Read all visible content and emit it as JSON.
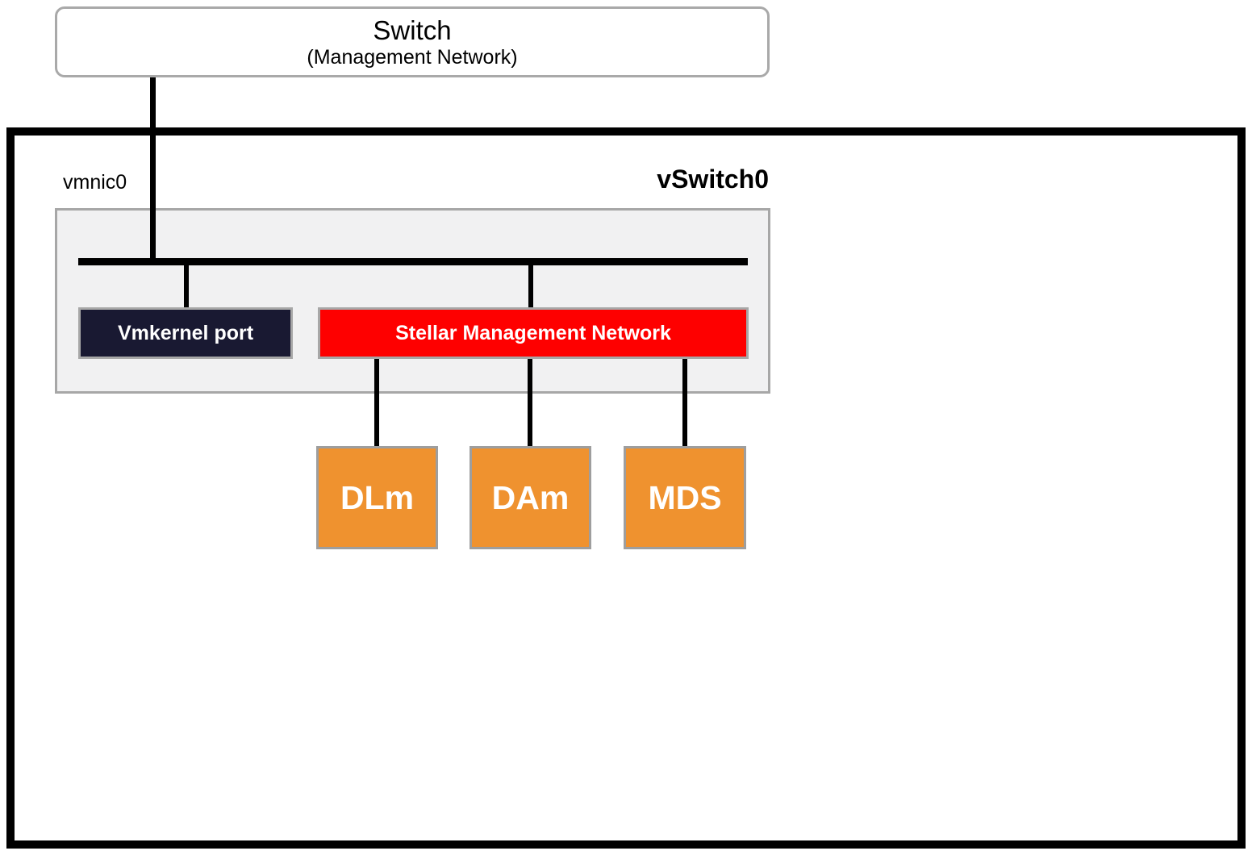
{
  "switch": {
    "title": "Switch",
    "subtitle": "(Management Network)"
  },
  "vswitch": {
    "label": "vSwitch0",
    "nic_label": "vmnic0"
  },
  "ports": {
    "vmkernel": {
      "label": "Vmkernel port",
      "fill": "#191932"
    },
    "portgroup": {
      "label": "Stellar Management Network",
      "fill": "#fe0000"
    }
  },
  "vms": [
    {
      "label": "DLm"
    },
    {
      "label": "DAm"
    },
    {
      "label": "MDS"
    }
  ],
  "colors": {
    "vm_fill": "#ef922f",
    "panel_fill": "#f1f1f2",
    "border_gray": "#a7a7a7",
    "outer_border": "#000000"
  }
}
